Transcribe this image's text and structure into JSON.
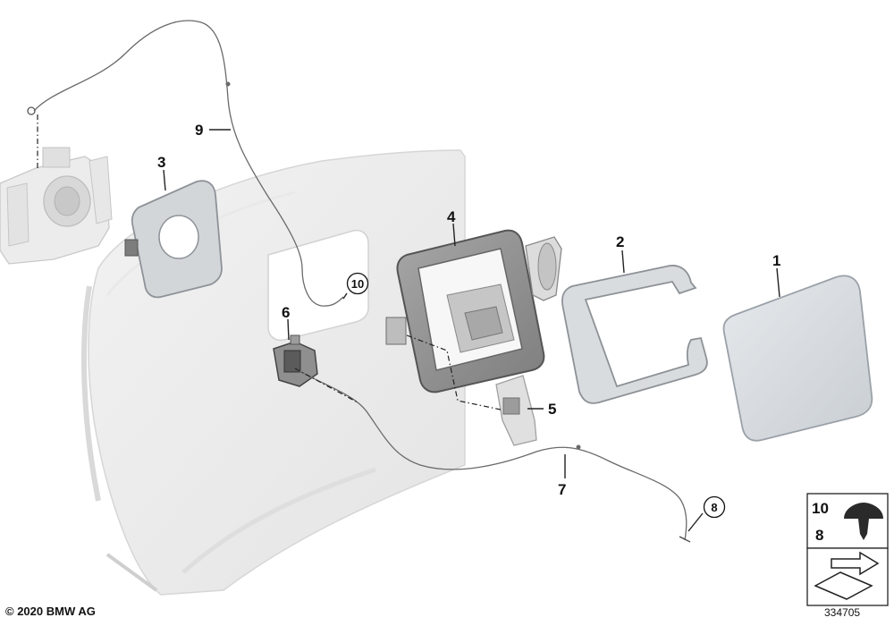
{
  "callouts": {
    "c1": "1",
    "c2": "2",
    "c3": "3",
    "c4": "4",
    "c5": "5",
    "c6": "6",
    "c7": "7",
    "c8": "8",
    "c9": "9",
    "c10": "10"
  },
  "legend": {
    "row1": "10",
    "row2": "8"
  },
  "copyright": "© 2020 BMW AG",
  "diagram_number": "334705"
}
